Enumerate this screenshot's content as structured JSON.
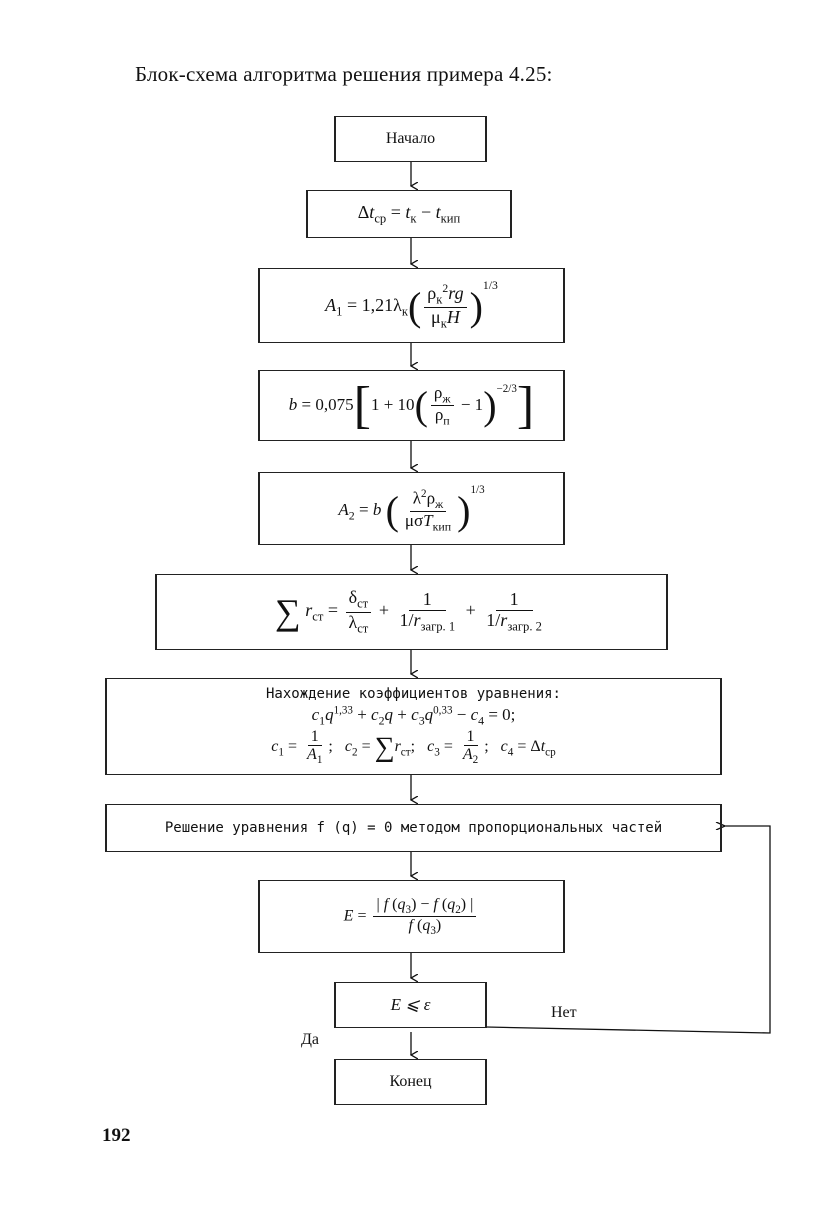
{
  "page": {
    "heading": "Блок-схема алгоритма решения примера 4.25:",
    "page_number": "192"
  },
  "flowchart": {
    "start_label": "Начало",
    "end_label": "Конец",
    "find_coeffs_title": "Нахождение коэффициентов уравнения:",
    "solve_text": "Решение уравнения f (q) = 0 методом пропорциональных частей",
    "decision": "E ⩽ ε",
    "yes_label": "Да",
    "no_label": "Нет"
  },
  "formulas": {
    "delta_t": "Δtср = tк − tкип",
    "a1": "A₁ = 1,21λк (ρк² r g / μк H)^(1/3)",
    "b": "b = 0,075 [1 + 10 (ρж/ρп − 1)^(−2/3)]",
    "a2": "A₂ = b (λ² ρж / μ σ T кип)^(1/3)",
    "sum_r": "Σ rст = δст/λст + 1/(1/rзагр.1) + 1/(1/rзагр.2)",
    "equation": "c₁q^1,33 + c₂q + c₃q^0,33 − c₄ = 0;",
    "coeffs": "c₁ = 1/A₁; c₂ = Σ rст; c₃ = 1/A₂; c₄ = Δtср",
    "error": "E = |f (q₃) − f (q₂)| / f (q₃)"
  }
}
